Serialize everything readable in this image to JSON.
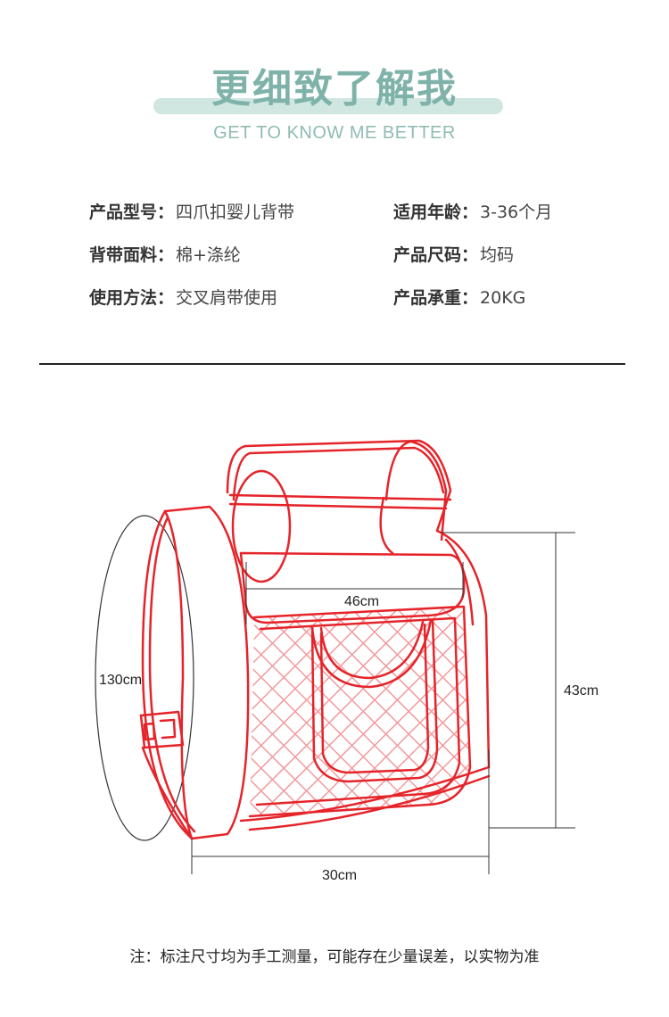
{
  "header": {
    "title": "更细致了解我",
    "subtitle": "GET TO KNOW ME BETTER"
  },
  "specs": [
    {
      "label": "产品型号：",
      "value": "四爪扣婴儿背带"
    },
    {
      "label": "适用年龄：",
      "value": "3-36个月"
    },
    {
      "label": "背带面料：",
      "value": "棉+涤纶"
    },
    {
      "label": "产品尺码：",
      "value": "均码"
    },
    {
      "label": "使用方法：",
      "value": "交叉肩带使用"
    },
    {
      "label": "产品承重：",
      "value": "20KG"
    }
  ],
  "dimensions": {
    "width": "46cm",
    "height": "43cm",
    "waist": "130cm",
    "depth": "30cm"
  },
  "colors": {
    "accent": "#7fb3a9",
    "highlight": "#cfe6e1",
    "outline": "#e5242a",
    "mesh": "#f29a9e"
  },
  "note": "注：标注尺寸均为手工测量，可能存在少量误差，以实物为准"
}
